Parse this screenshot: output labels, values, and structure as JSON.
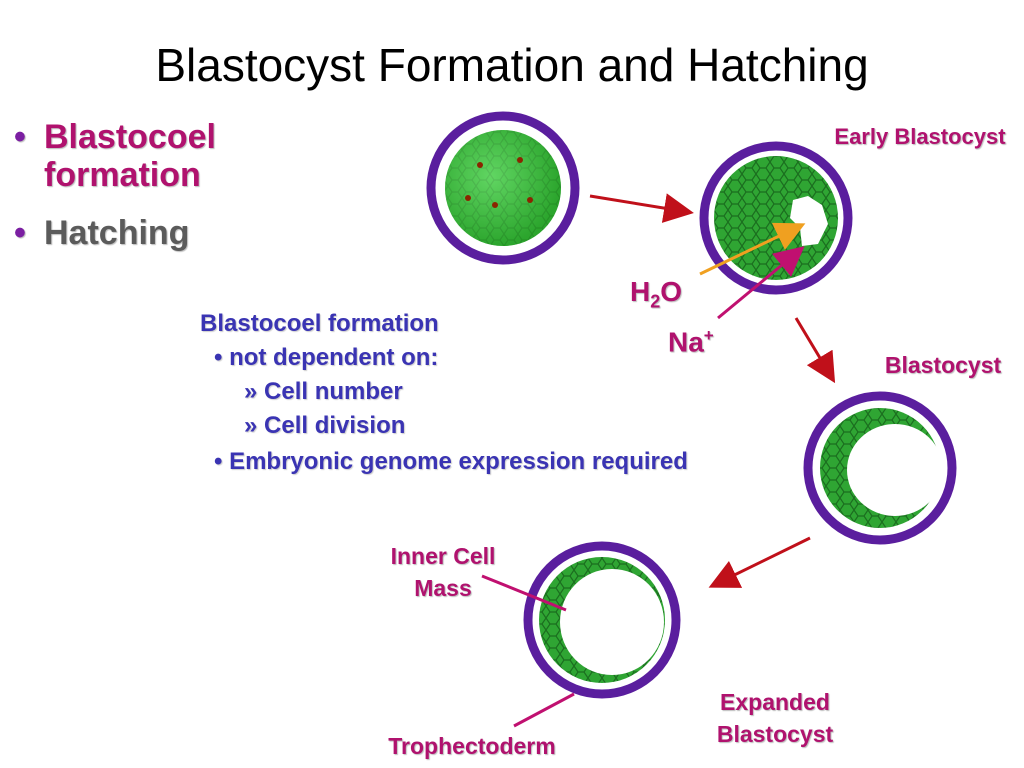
{
  "title": "Blastocyst Formation and Hatching",
  "bullets": [
    {
      "text": "Blastocoel formation",
      "color": "#b0126e"
    },
    {
      "text": "Hatching",
      "color": "#5b5b5b"
    }
  ],
  "labels": {
    "early_blastocyst": "Early Blastocyst",
    "blastocyst": "Blastocyst",
    "inner_cell_mass": "Inner Cell Mass",
    "trophectoderm": "Trophectoderm",
    "expanded_blastocyst": "Expanded Blastocyst",
    "h2o_base": "H",
    "h2o_sub": "2",
    "h2o_tail": "O",
    "na_base": "Na",
    "na_sup": "+"
  },
  "notes": {
    "heading": "Blastocoel formation",
    "item1": "not dependent on:",
    "sub1": "Cell number",
    "sub2": "Cell division",
    "item2": "Embryonic genome expression required"
  },
  "colors": {
    "zona": "#5a1e9e",
    "cells": "#2c9a2c",
    "arrow": "#c0101a",
    "h2o_arrow": "#f0a020",
    "na_arrow": "#c01070",
    "label_magenta": "#b0126e",
    "label_blue": "#3a34b3"
  }
}
